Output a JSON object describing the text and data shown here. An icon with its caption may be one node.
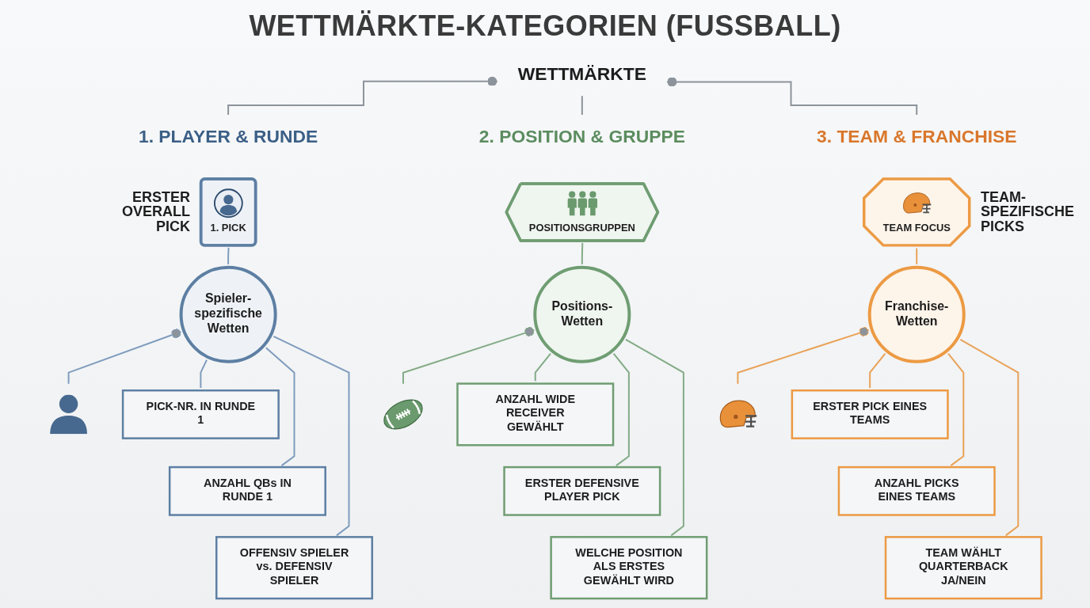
{
  "diagram": {
    "title": "WETTMÄRKTE-KATEGORIEN (FUSSBALL)",
    "nodes": [
      {
        "text": [
          "WETTMÄRKTE"
        ]
      },
      {
        "text": [
          "1. PLAYER & RUNDE"
        ]
      },
      {
        "text": [
          "2. POSITION & GRUPPE"
        ]
      },
      {
        "text": [
          "3. TEAM & FRANCHISE"
        ]
      },
      {
        "text": [
          "1. PICK"
        ],
        "beside": [
          "ERSTER OVERALL PICK"
        ]
      },
      {
        "text": [
          "Spieler- spezifische Wetten"
        ]
      },
      {
        "text": [],
        "shape": "person"
      },
      {
        "text": [
          "PICK-NR. IN RUNDE 1"
        ]
      },
      {
        "text": [
          "ANZAHL QBs IN RUNDE 1"
        ]
      },
      {
        "text": [
          "OFFENSIV SPIELER vs. DEFENSIV SPIELER"
        ]
      },
      {
        "text": [
          "POSITIONSGRUPPEN"
        ]
      },
      {
        "text": [
          "Positions- Wetten"
        ]
      },
      {
        "text": [],
        "shape": "picture"
      },
      {
        "text": [
          "ANZAHL WIDE RECEIVER GEWÄHLT"
        ]
      },
      {
        "text": [
          "ERSTER DEFENSIVE PLAYER PICK"
        ]
      },
      {
        "text": [
          "WELCHE POSITION ALS ERSTES GEWÄHLT WIRD"
        ]
      },
      {
        "text": [
          "TEAM FOCUS"
        ],
        "beside": [
          "TEAM- SPEZIFISCHE PICKS"
        ]
      },
      {
        "text": [
          "Franchise- Wetten"
        ]
      },
      {
        "text": [],
        "shape": "picture"
      },
      {
        "text": [
          "ERSTER PICK EINES TEAMS"
        ]
      },
      {
        "text": [
          "ANZAHL PICKS EINES TEAMS"
        ]
      },
      {
        "text": [
          "TEAM WÄHLT QUARTERBACK JA/NEIN"
        ]
      }
    ],
    "edges": [
      {
        "from": 0,
        "to": 1,
        "arrow": "other"
      },
      {
        "from": 0,
        "to": 2,
        "arrow": "none"
      },
      {
        "from": 0,
        "to": 3,
        "arrow": "other"
      },
      {
        "from": 4,
        "to": 5,
        "arrow": "none",
        "color": "#7f9cbd"
      },
      {
        "from": 5,
        "to": 6,
        "arrow": "other",
        "color": "#7f9cbd"
      },
      {
        "from": 5,
        "to": 7,
        "arrow": "none",
        "color": "#7f9cbd"
      },
      {
        "from": 5,
        "to": 8,
        "arrow": "none",
        "color": "#7f9cbd"
      },
      {
        "from": 5,
        "to": 9,
        "arrow": "none",
        "color": "#7f9cbd"
      },
      {
        "from": 10,
        "to": 11,
        "arrow": "none",
        "color": "#83ab86"
      },
      {
        "from": 11,
        "to": 12,
        "arrow": "other",
        "color": "#83ab86"
      },
      {
        "from": 11,
        "to": 13,
        "arrow": "none",
        "color": "#83ab86"
      },
      {
        "from": 11,
        "to": 14,
        "arrow": "none",
        "color": "#83ab86"
      },
      {
        "from": 11,
        "to": 15,
        "arrow": "none",
        "color": "#83ab86"
      },
      {
        "from": 16,
        "to": 17,
        "arrow": "none",
        "color": "#e9a257"
      },
      {
        "from": 17,
        "to": 18,
        "arrow": "other",
        "color": "#e9a257"
      },
      {
        "from": 17,
        "to": 19,
        "arrow": "none",
        "color": "#e9a257"
      },
      {
        "from": 17,
        "to": 20,
        "arrow": "none",
        "color": "#e9a257"
      },
      {
        "from": 17,
        "to": 21,
        "arrow": "none",
        "color": "#e9a257"
      }
    ]
  }
}
